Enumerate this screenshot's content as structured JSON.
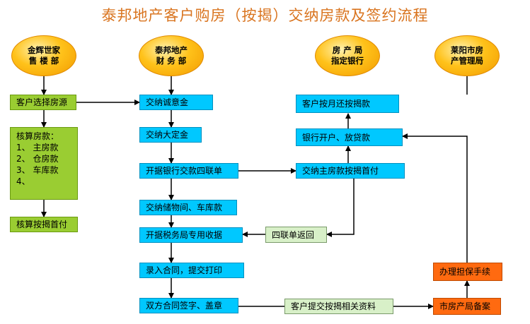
{
  "title": "泰邦地产客户购房（按揭）交纳房款及签约流程",
  "lanes": [
    {
      "line1": "金辉世家",
      "line2": "售 楼 部"
    },
    {
      "line1": "泰邦地产",
      "line2": "财 务 部"
    },
    {
      "line1": "房 产 局",
      "line2": "指定银行"
    },
    {
      "line1": "莱阳市房",
      "line2": "产管理局"
    }
  ],
  "sales": {
    "select": "客户选择房源",
    "calc_title": "核算房款：",
    "calc_items": [
      "1、 主房款",
      "2、 仓房款",
      "3、 车库款",
      "4、"
    ],
    "calc_down": "核算按揭首付"
  },
  "finance": {
    "deposit": "交纳诚意金",
    "big_deposit": "交纳大定金",
    "invoice": "开据银行交款四联单",
    "storage": "交纳储物间、车库款",
    "receipt": "开据税务局专用收据",
    "contract": "录入合同，提交打印",
    "sign": "双方合同签字、盖章"
  },
  "bank": {
    "monthly": "客户按月还按揭款",
    "loan": "银行开户、放贷款",
    "pay_main": "交纳主房款按揭首付",
    "return": "四联单返回"
  },
  "bureau": {
    "guarantee": "办理担保手续",
    "record": "市房产局备案"
  },
  "links": {
    "materials": "客户提交按揭相关资料"
  }
}
